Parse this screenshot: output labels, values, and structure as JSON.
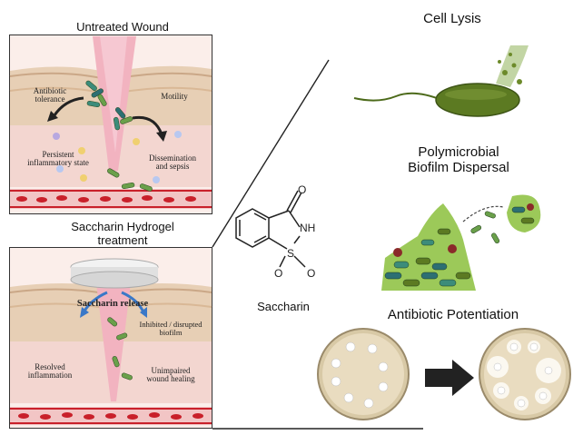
{
  "left": {
    "untreated_title": "Untreated Wound",
    "untreated_labels": {
      "antibiotic_tolerance_1": "Antibiotic",
      "antibiotic_tolerance_2": "tolerance",
      "motility": "Motility",
      "persistent_1": "Persistent",
      "persistent_2": "inflammatory state",
      "dissemination_1": "Dissemination",
      "dissemination_2": "and sepsis"
    },
    "treatment_title_1": "Saccharin Hydrogel",
    "treatment_title_2": "treatment",
    "treatment_labels": {
      "release": "Saccharin release",
      "inhibited_1": "Inhibited / disrupted",
      "inhibited_2": "biofilm",
      "resolved_1": "Resolved",
      "resolved_2": "inflammation",
      "unimpaired_1": "Unimpaired",
      "unimpaired_2": "wound healing"
    }
  },
  "center": {
    "molecule_name": "Saccharin",
    "atoms": {
      "o_top": "O",
      "nh": "NH",
      "s": "S",
      "o_left": "O",
      "o_right": "O"
    }
  },
  "right": {
    "cell_lysis": "Cell Lysis",
    "biofilm_1": "Polymicrobial",
    "biofilm_2": "Biofilm Dispersal",
    "antibiotic": "Antibiotic Potentiation"
  },
  "colors": {
    "skin_pink": "#f2c9c4",
    "skin_beige": "#e6d2b8",
    "blood_red": "#c9202a",
    "bacteria_green": "#5c7a22",
    "biofilm_green": "#8bbf3c",
    "plate_fill": "#e9dcc0",
    "arrow": "#222222"
  }
}
